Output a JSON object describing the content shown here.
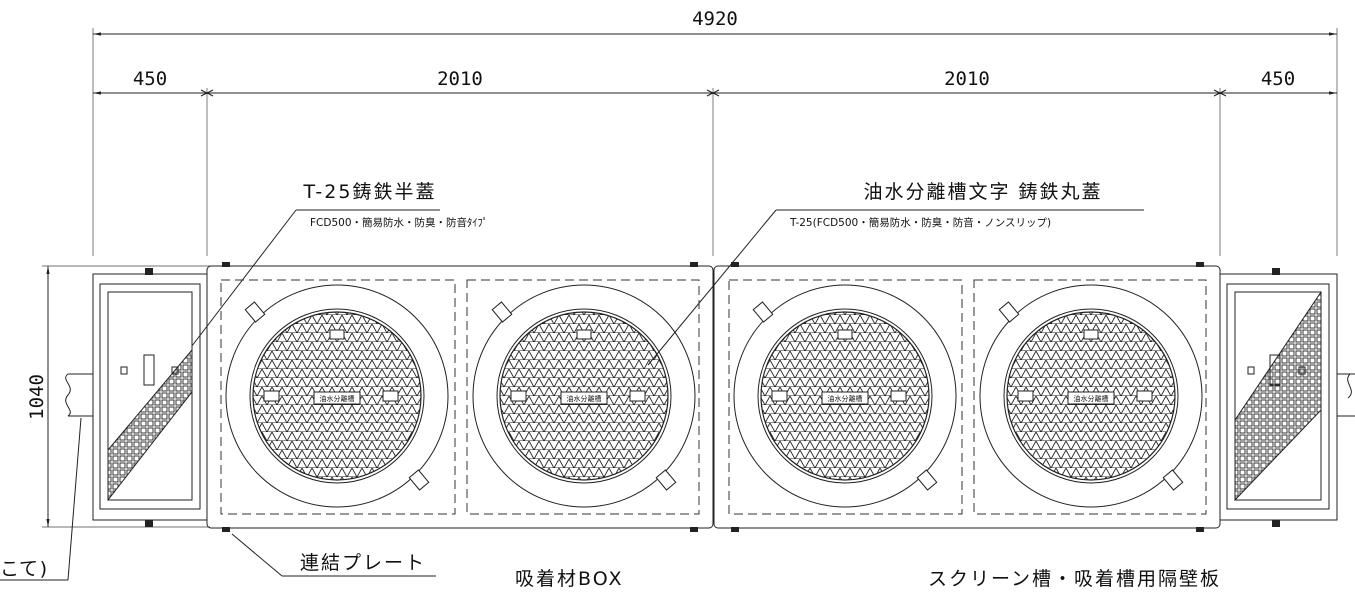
{
  "dimensions": {
    "overall": "4920",
    "left_end": "450",
    "left_tank": "2010",
    "right_tank": "2010",
    "right_end": "450",
    "height": "1040"
  },
  "callouts": {
    "half_cover_title": "T-25鋳鉄半蓋",
    "half_cover_spec": "FCD500・簡易防水・防臭・防音ﾀｲﾌﾟ",
    "round_cover_title": "油水分離槽文字 鋳鉄丸蓋",
    "round_cover_spec": "T-25(FCD500・簡易防水・防臭・防音・ノンスリップ)",
    "pipe_note": "こて)",
    "connect_plate": "連結プレート",
    "absorber_box": "吸着材BOX",
    "partition": "スクリーン槽・吸着槽用隔壁板"
  },
  "cover_text": "油水分離槽"
}
